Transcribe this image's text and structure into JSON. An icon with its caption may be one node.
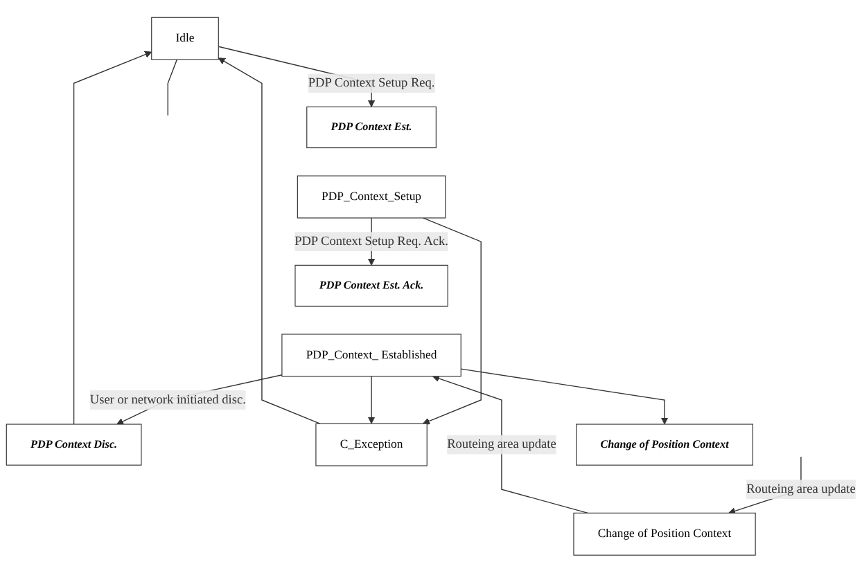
{
  "diagram": {
    "nodes": [
      {
        "text": [
          "Idle"
        ]
      },
      {
        "text": [
          "PDP Context Disc."
        ]
      },
      {
        "text": [
          "PDP Context Est."
        ]
      },
      {
        "text": [
          "PDP_Context_Setup"
        ]
      },
      {
        "text": [
          "C_Exception"
        ]
      },
      {
        "text": [
          "PDP Context Est. Ack."
        ]
      },
      {
        "text": [
          "PDP_Context_ Established"
        ]
      },
      {
        "text": [
          "Change of Position Context"
        ]
      },
      {
        "text": [
          "Change of Position Context"
        ]
      }
    ],
    "edges": [
      {
        "from": 0,
        "to": 2,
        "arrow": "to",
        "label": "PDP Context Setup Req."
      },
      {
        "from": 3,
        "to": 4,
        "arrow": "to"
      },
      {
        "from": 4,
        "to": 0,
        "arrow": "to"
      },
      {
        "from": 3,
        "to": 5,
        "arrow": "to",
        "label": "PDP Context Setup Req. Ack."
      },
      {
        "from": 6,
        "to": 4,
        "arrow": "to"
      },
      {
        "from": 6,
        "to": 1,
        "arrow": "to",
        "label": "User or network initiated disc."
      },
      {
        "from": 1,
        "to": 0,
        "arrow": "to"
      },
      {
        "from": 6,
        "to": 7,
        "arrow": "to"
      },
      {
        "from": 8,
        "to": 6,
        "arrow": "to",
        "label": "Routeing area update"
      },
      {
        "from": 0,
        "to": null,
        "arrow": "none"
      },
      {
        "from": null,
        "to": 8,
        "arrow": "to",
        "label": "Routeing area update"
      }
    ]
  }
}
